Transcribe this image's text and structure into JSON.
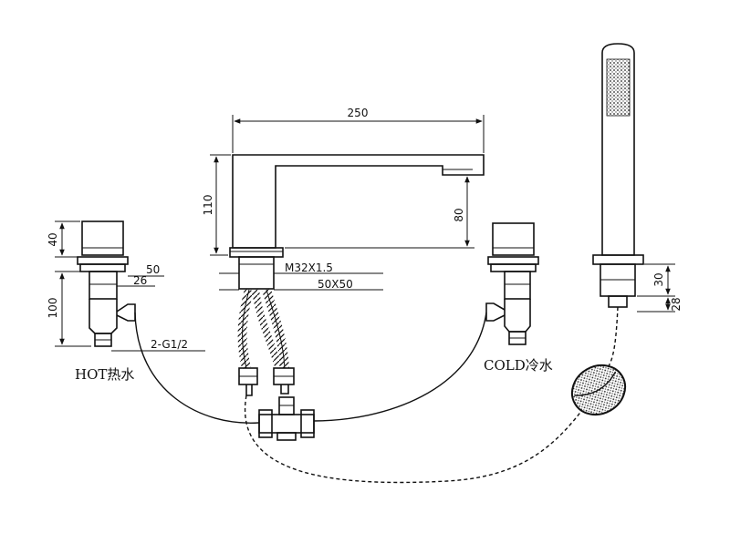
{
  "dimensions": {
    "spout_length": "250",
    "spout_height": "110",
    "spout_clearance": "80",
    "handle_height": "40",
    "flange_width": "50",
    "body_width": "26",
    "valve_height": "100",
    "inlet_thread": "2-G1/2",
    "mount_thread": "M32X1.5",
    "base_size": "50X50",
    "holder_height": "30",
    "holder_base": "28"
  },
  "labels": {
    "hot": "HOT热水",
    "cold": "COLD冷水"
  },
  "colors": {
    "line": "#111111",
    "background": "#ffffff"
  }
}
